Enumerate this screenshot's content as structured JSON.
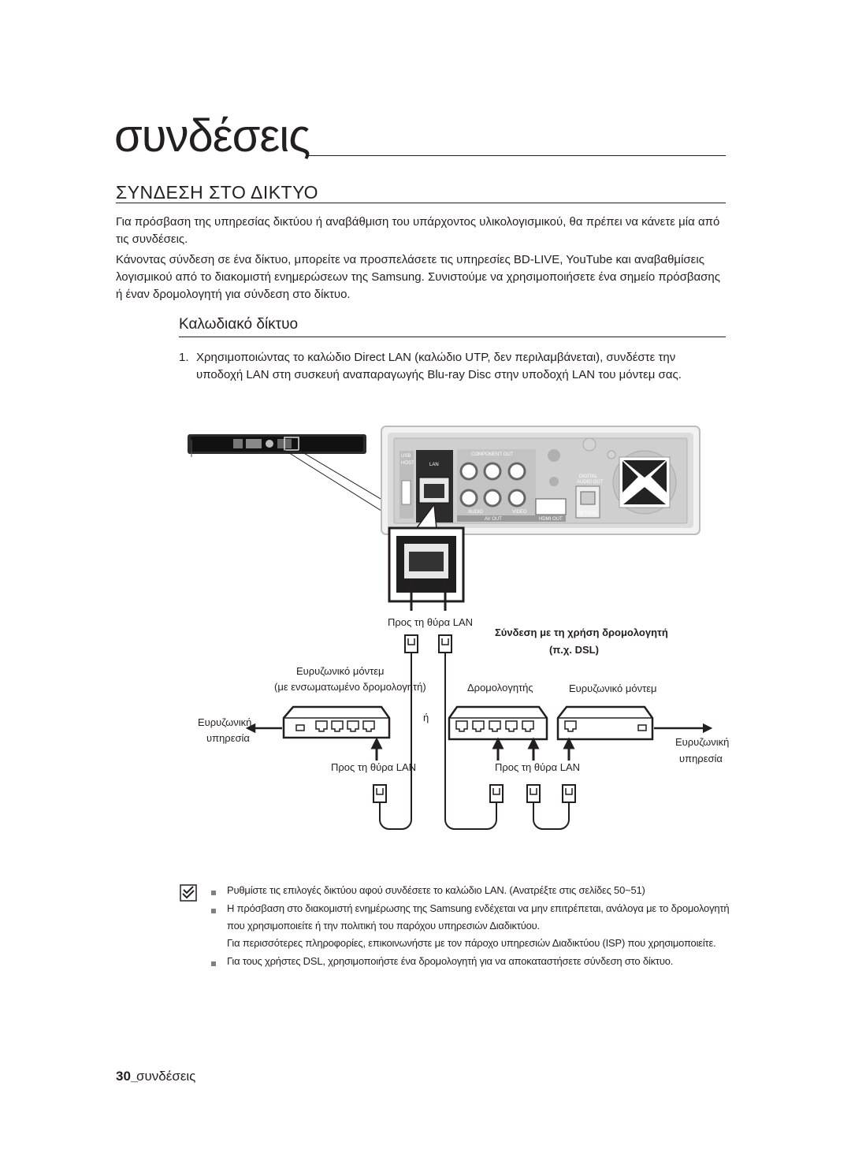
{
  "page": {
    "chapter_title": "συνδέσεις",
    "section_title": "ΣΥΝΔΕΣΗ ΣΤΟ ΔΙΚΤΥΟ",
    "intro_p1": "Για πρόσβαση της υπηρεσίας δικτύου ή αναβάθμιση του υπάρχοντος υλικολογισμικού, θα πρέπει να κάνετε μία από τις συνδέσεις.",
    "intro_p2": "Κάνοντας σύνδεση σε ένα δίκτυο, μπορείτε να προσπελάσετε τις υπηρεσίες BD-LIVE, YouTube και αναβαθμίσεις λογισμικού από το διακομιστή ενημερώσεων της Samsung. Συνιστούμε να χρησιμοποιήσετε ένα σημείο πρόσβασης ή έναν δρομολογητή για σύνδεση στο δίκτυο.",
    "subsection_title": "Καλωδιακό δίκτυο",
    "step_number": "1.",
    "step_text": "Χρησιμοποιώντας το καλώδιο Direct LAN (καλώδιο UTP, δεν περιλαμβάνεται), συνδέστε την υποδοχή LAN στη συσκευή αναπαραγωγής Blu-ray Disc στην υποδοχή LAN του μόντεμ σας."
  },
  "diagram": {
    "to_lan_port_top": "Προς τη θύρα LAN",
    "router_connection_title": "Σύνδεση με τη χρήση δρομολογητή",
    "router_connection_sub": "(π.χ. DSL)",
    "modem_left_label": "Ευρυζωνικό μόντεμ",
    "modem_left_sub": "(με ενσωματωμένο δρομολογητή)",
    "router_label": "Δρομολογητής",
    "modem_right_label": "Ευρυζωνικό μόντεμ",
    "broadband_left_1": "Ευρυζωνική",
    "broadband_left_2": "υπηρεσία",
    "or_label": "ή",
    "broadband_right_1": "Ευρυζωνική",
    "broadband_right_2": "υπηρεσία",
    "to_lan_port_left": "Προς τη θύρα LAN",
    "to_lan_port_right": "Προς τη θύρα LAN",
    "panel": {
      "usb": "USB",
      "host": "HOST",
      "lan": "LAN",
      "component_out": "COMPONENT OUT",
      "digital_audio_out_1": "DIGITAL",
      "digital_audio_out_2": "AUDIO OUT",
      "audio": "AUDIO",
      "video": "VIDEO",
      "av_out": "AV OUT",
      "hdmi_out": "HDMI OUT",
      "optical": "OPTICAL"
    }
  },
  "notes": [
    "Ρυθμίστε τις επιλογές δικτύου αφού συνδέσετε το καλώδιο LAN. (Ανατρέξτε στις σελίδες 50~51)",
    "Η πρόσβαση στο διακομιστή ενημέρωσης της Samsung ενδέχεται να μην επιτρέπεται, ανάλογα με το δρομολογητή που χρησιμοποιείτε ή την πολιτική του παρόχου υπηρεσιών Διαδικτύου.",
    "Για περισσότερες πληροφορίες, επικοινωνήστε με τον πάροχο υπηρεσιών Διαδικτύου (ISP) που χρησιμοποιείτε.",
    "Για τους χρήστες DSL, χρησιμοποιήστε ένα δρομολογητή για να αποκαταστήσετε σύνδεση στο δίκτυο."
  ],
  "footer": {
    "page_number": "30_",
    "label": "συνδέσεις"
  }
}
